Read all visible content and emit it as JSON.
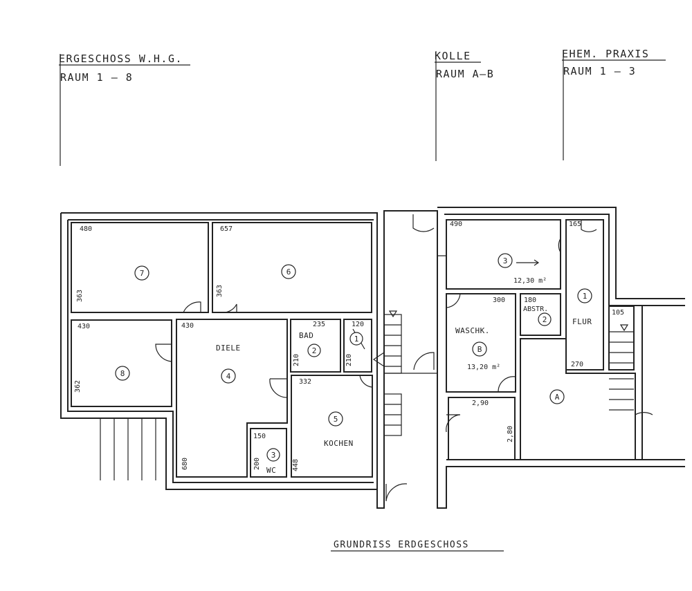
{
  "headers": {
    "left": {
      "line1": "ERGESCHOSS  W.H.G.",
      "line2": "RAUM  1 — 8"
    },
    "middle": {
      "line1": "KOLLE",
      "line2": "RAUM A—B"
    },
    "right": {
      "line1": "EHEM. PRAXIS",
      "line2": "RAUM  1 — 3"
    }
  },
  "rooms": {
    "r7": {
      "num": "7",
      "w": "480",
      "h": "363"
    },
    "r6": {
      "num": "6",
      "w": "657",
      "h": "363"
    },
    "r8": {
      "num": "8",
      "w": "430",
      "h": "362"
    },
    "r4": {
      "num": "4",
      "name": "DIELE",
      "w": "430",
      "h": "680"
    },
    "bad": {
      "num": "2",
      "name": "BAD",
      "w": "235",
      "h": "210"
    },
    "r1small": {
      "num": "1",
      "w": "120",
      "h": "210"
    },
    "r5": {
      "num": "5",
      "name": "KOCHEN",
      "w": "332",
      "h": "448"
    },
    "wc": {
      "num": "3",
      "name": "WC",
      "w": "150",
      "h": "200"
    },
    "praxis3": {
      "num": "3",
      "w": "490",
      "area": "12,30 m²"
    },
    "flur": {
      "num": "1",
      "name": "FLUR",
      "w": "165",
      "h": "270"
    },
    "waschk": {
      "num": "B",
      "name": "WASCHK.",
      "w": "300",
      "area": "13,20 m²"
    },
    "abstr": {
      "num": "2",
      "name": "ABSTR.",
      "w": "180"
    },
    "stair105": {
      "w": "105"
    },
    "kellerA": {
      "num": "A"
    },
    "small290": {
      "w": "2,90",
      "h": "2,80"
    }
  },
  "title": "GRUNDRISS ERDGESCHOSS"
}
